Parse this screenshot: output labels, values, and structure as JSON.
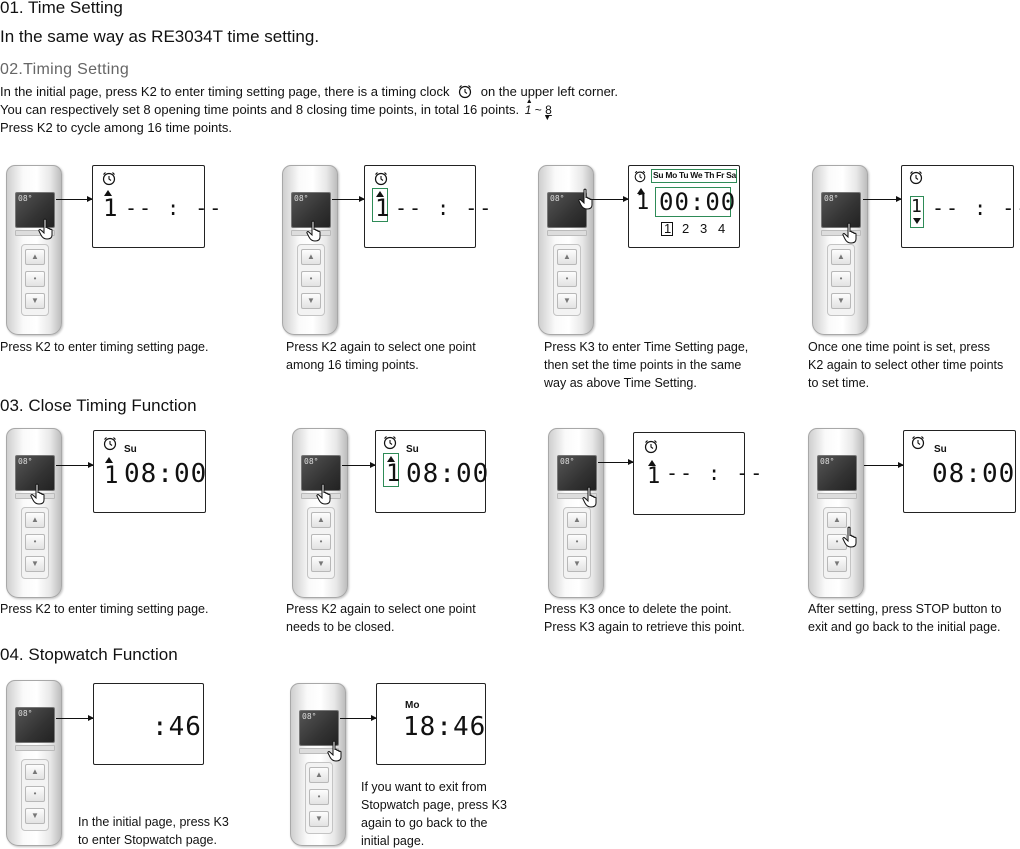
{
  "section1": {
    "heading": "01. Time Setting",
    "body": "In the same way as RE3034T time setting."
  },
  "section2": {
    "heading": "02.Timing Setting",
    "intro_line1_a": "In the initial page, press K2 to enter timing setting page, there is a timing clock",
    "intro_line1_b": "on the upper left corner.",
    "intro_line2": "You can respectively set 8 opening time points and 8 closing time points, in total 16 points.",
    "intro_range_from": "1",
    "intro_range_sep": "~",
    "intro_range_to": "8",
    "intro_line3": "Press K2 to cycle among 16 time points.",
    "captions": [
      [
        "Press K2 to enter timing setting page."
      ],
      [
        "Press K2 again to select one point",
        "among 16 timing points."
      ],
      [
        "Press K3 to enter Time Setting page,",
        "then set the time points in the same",
        "way as above Time Setting."
      ],
      [
        "Once one time point is set, press",
        "K2 again to select other time points",
        "to set time."
      ]
    ],
    "lcd_time_placeholder": "-- : --",
    "days": "Su Mo Tu We Th Fr Sa",
    "time_set": "00:00",
    "point_numbers": [
      "1",
      "2",
      "3",
      "4"
    ]
  },
  "section3": {
    "heading": "03. Close Timing Function",
    "captions": [
      [
        "Press K2 to enter timing setting page."
      ],
      [
        "Press K2 again to select one point",
        "needs to be closed."
      ],
      [
        "Press K3 once to delete the point.",
        "Press K3 again to retrieve this point."
      ],
      [
        "After setting, press STOP button to",
        "exit and go back to the initial page."
      ]
    ],
    "day": "Su",
    "time": "08:00",
    "placeholder": "-- : --"
  },
  "section4": {
    "heading": "04. Stopwatch Function",
    "captions": [
      [
        "In the initial page, press K3",
        "to enter Stopwatch page."
      ],
      [
        "If you want to exit from",
        "Stopwatch page, press K3",
        "again to go back to the",
        "initial page."
      ]
    ],
    "seconds": ":46",
    "day": "Mo",
    "time": "18:46"
  },
  "remote": {
    "temp": "08°",
    "up": "▲",
    "stop": "•",
    "down": "▼"
  },
  "colors": {
    "highlight": "#2e8b57",
    "text": "#111111",
    "subheading": "#666666"
  },
  "icons": [
    "alarm-clock-icon",
    "finger-press-icon",
    "arrow-up-icon",
    "arrow-down-icon"
  ]
}
